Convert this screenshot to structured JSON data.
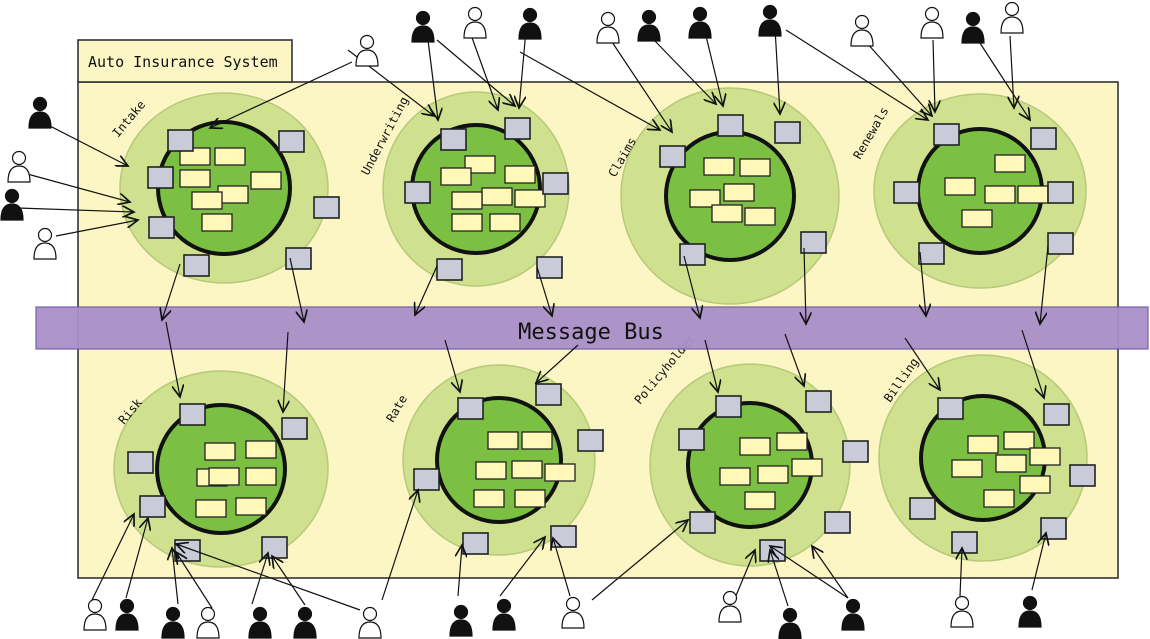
{
  "title": "Auto Insurance System",
  "bus_label": "Message Bus",
  "domains": [
    {
      "id": "intake",
      "label": "Intake"
    },
    {
      "id": "underwriting",
      "label": "Underwriting"
    },
    {
      "id": "claims",
      "label": "Claims"
    },
    {
      "id": "renewals",
      "label": "Renewals"
    },
    {
      "id": "risk",
      "label": "Risk"
    },
    {
      "id": "rate",
      "label": "Rate"
    },
    {
      "id": "policyholder",
      "label": "Policyholder"
    },
    {
      "id": "billing",
      "label": "Billing"
    }
  ],
  "colors": {
    "system_fill": "#fbf6c4",
    "system_stroke": "#333333",
    "outer_circle": "#cfe08f",
    "inner_circle": "#7bc043",
    "note": "#fff8b8",
    "port": "#c9ccd8",
    "bus": "#a98fc9",
    "bus_stroke": "#6f5aa3"
  },
  "legend_icons": [
    "person-filled-icon",
    "person-outline-icon"
  ]
}
